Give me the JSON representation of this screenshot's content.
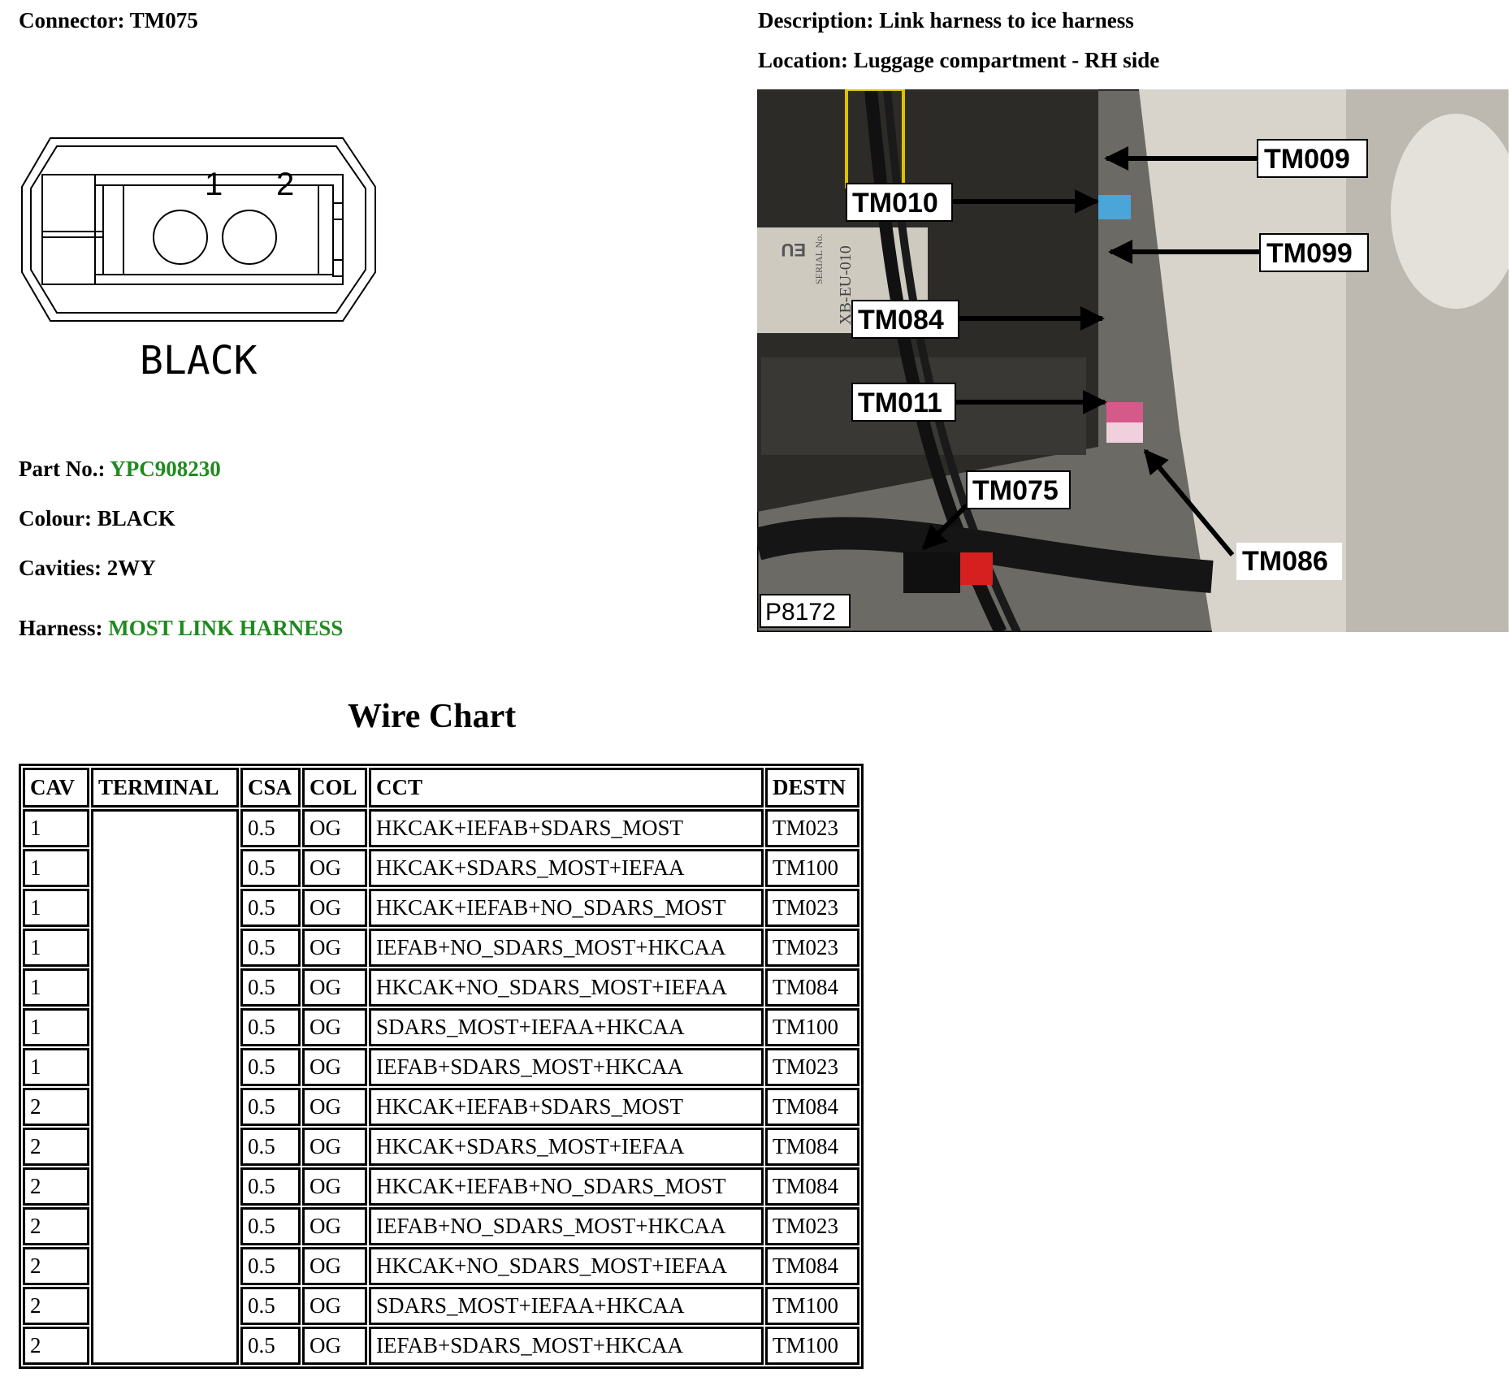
{
  "header": {
    "connector_label": "Connector:",
    "connector_value": "TM075",
    "description_label": "Description:",
    "description_value": "Link harness to ice harness",
    "location_label": "Location:",
    "location_value": "Luggage compartment - RH side"
  },
  "drawing": {
    "pin1": "1",
    "pin2": "2",
    "colour_text": "BLACK"
  },
  "details": {
    "part_label": "Part No.:",
    "part_value": "YPC908230",
    "colour_label": "Colour:",
    "colour_value": "BLACK",
    "cavities_label": "Cavities:",
    "cavities_value": "2WY",
    "harness_label": "Harness:",
    "harness_value": "MOST LINK HARNESS",
    "link_color": "#1f8a1f"
  },
  "photo": {
    "callouts": [
      "TM009",
      "TM010",
      "TM099",
      "TM084",
      "TM011",
      "TM075",
      "TM086"
    ],
    "ref": "P8172",
    "box_text_1": "SERIAL No.",
    "box_text_2": "XB-EU-010",
    "box_text_3": "EU"
  },
  "wire_chart": {
    "title": "Wire Chart",
    "headers": [
      "CAV",
      "TERMINAL",
      "CSA",
      "COL",
      "CCT",
      "DESTN"
    ],
    "rows": [
      [
        "1",
        "",
        "0.5",
        "OG",
        "HKCAK+IEFAB+SDARS_MOST",
        "TM023"
      ],
      [
        "1",
        "",
        "0.5",
        "OG",
        "HKCAK+SDARS_MOST+IEFAA",
        "TM100"
      ],
      [
        "1",
        "",
        "0.5",
        "OG",
        "HKCAK+IEFAB+NO_SDARS_MOST",
        "TM023"
      ],
      [
        "1",
        "",
        "0.5",
        "OG",
        "IEFAB+NO_SDARS_MOST+HKCAA",
        "TM023"
      ],
      [
        "1",
        "",
        "0.5",
        "OG",
        "HKCAK+NO_SDARS_MOST+IEFAA",
        "TM084"
      ],
      [
        "1",
        "",
        "0.5",
        "OG",
        "SDARS_MOST+IEFAA+HKCAA",
        "TM100"
      ],
      [
        "1",
        "",
        "0.5",
        "OG",
        "IEFAB+SDARS_MOST+HKCAA",
        "TM023"
      ],
      [
        "2",
        "",
        "0.5",
        "OG",
        "HKCAK+IEFAB+SDARS_MOST",
        "TM084"
      ],
      [
        "2",
        "",
        "0.5",
        "OG",
        "HKCAK+SDARS_MOST+IEFAA",
        "TM084"
      ],
      [
        "2",
        "",
        "0.5",
        "OG",
        "HKCAK+IEFAB+NO_SDARS_MOST",
        "TM084"
      ],
      [
        "2",
        "",
        "0.5",
        "OG",
        "IEFAB+NO_SDARS_MOST+HKCAA",
        "TM023"
      ],
      [
        "2",
        "",
        "0.5",
        "OG",
        "HKCAK+NO_SDARS_MOST+IEFAA",
        "TM084"
      ],
      [
        "2",
        "",
        "0.5",
        "OG",
        "SDARS_MOST+IEFAA+HKCAA",
        "TM100"
      ],
      [
        "2",
        "",
        "0.5",
        "OG",
        "IEFAB+SDARS_MOST+HKCAA",
        "TM100"
      ]
    ]
  }
}
